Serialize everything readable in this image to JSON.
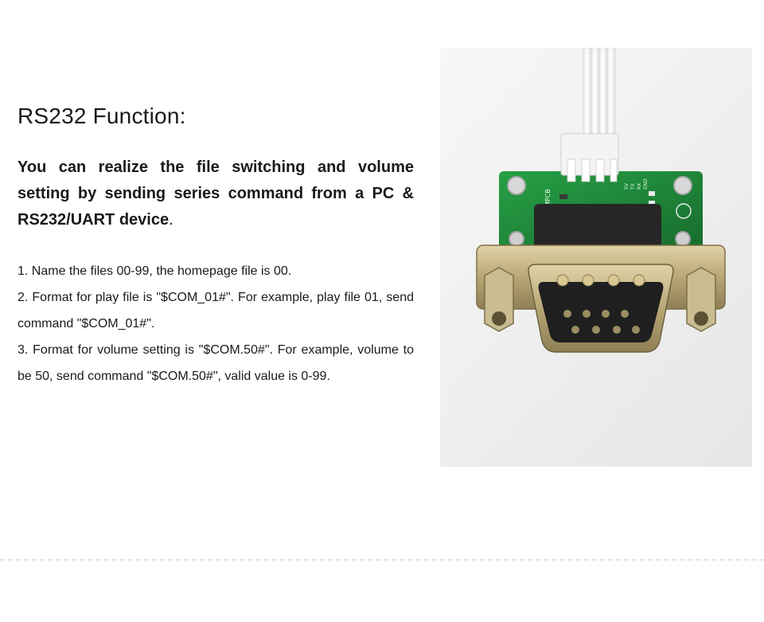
{
  "title": "RS232 Function:",
  "intro": {
    "bold_part": "You can realize the file switching and volume setting by sending series command from a PC & RS232/UART device",
    "trailing": "."
  },
  "steps": [
    "1. Name the files 00-99, the homepage file is 00.",
    "2. Format for play file is \"$COM_01#\". For example, play file 01, send command \"$COM_01#\".",
    "3. Format for volume setting is \"$COM.50#\". For example, volume to be 50, send command \"$COM.50#\", valid value is 0-99."
  ],
  "photo": {
    "board_label": "MPCB",
    "pin_labels": [
      "5V",
      "TX",
      "RX",
      "GND"
    ],
    "colors": {
      "pcb": "#1f8a3a",
      "metal": "#c9b98a",
      "connector": "#2a2a2a",
      "wire": "#ffffff"
    }
  }
}
